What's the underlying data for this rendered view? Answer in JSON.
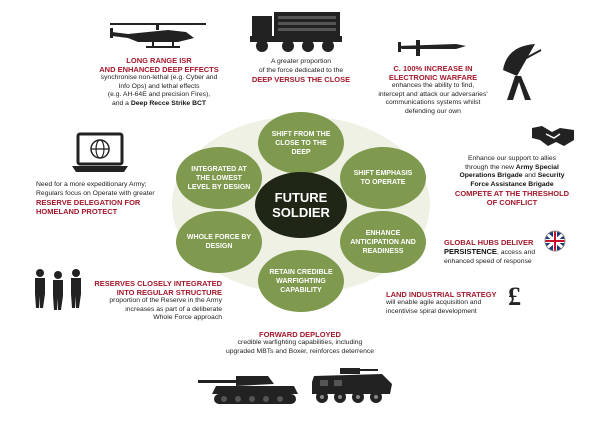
{
  "center": {
    "line1": "FUTURE",
    "line2": "SOLDIER"
  },
  "petals": [
    {
      "id": "top",
      "text": "SHIFT FROM THE CLOSE TO THE DEEP"
    },
    {
      "id": "top-right",
      "text": "SHIFT EMPHASIS TO OPERATE"
    },
    {
      "id": "bottom-right",
      "text": "ENHANCE ANTICIPATION AND READINESS"
    },
    {
      "id": "bottom",
      "text": "RETAIN CREDIBLE WARFIGHTING CAPABILITY"
    },
    {
      "id": "bottom-left",
      "text": "WHOLE FORCE BY DESIGN"
    },
    {
      "id": "top-left",
      "text": "INTEGRATED AT THE LOWEST LEVEL BY DESIGN"
    }
  ],
  "blocks": {
    "isr": {
      "heading1": "LONG RANGE ISR",
      "heading2": "AND ENHANCED DEEP EFFECTS",
      "body1": "synchronise non-lethal (e.g. Cyber and",
      "body2": "Info Ops) and lethal effects",
      "body3": "(e.g. AH-64E and precision Fires),",
      "body4_pre": "and a ",
      "body4_bold": "Deep Recce Strike BCT"
    },
    "deep": {
      "body1": "A greater proportion",
      "body2": "of the force dedicated to the",
      "heading": "DEEP VERSUS THE CLOSE"
    },
    "ew": {
      "heading1": "C. 100% INCREASE IN",
      "heading2": "ELECTRONIC WARFARE",
      "body1": "enhances the ability to find,",
      "body2": "intercept and attack our adversaries'",
      "body3": "communications systems whilst",
      "body4": "defending our own"
    },
    "expeditionary": {
      "body1": "Need for a more expeditionary Army;",
      "body2": "Regulars focus on Operate with greater",
      "heading1": "RESERVE DELEGATION FOR",
      "heading2": "HOMELAND PROTECT"
    },
    "allies": {
      "body1": "Enhance our support to allies",
      "body2_pre": "through the new ",
      "body2_bold": "Army Special",
      "body3_bold": "Operations Brigade",
      "body3_mid": " and ",
      "body3_bold2": "Security",
      "body4_bold": "Force Assistance Brigade",
      "heading": "COMPETE AT THE THRESHOLD",
      "heading2": "OF CONFLICT"
    },
    "hubs": {
      "heading1": "GLOBAL HUBS DELIVER",
      "heading2_bold": "PERSISTENCE",
      "heading2_rest": ", access and",
      "body": "enhanced speed of response"
    },
    "reserves": {
      "heading1": "RESERVES CLOSELY INTEGRATED",
      "heading2": "INTO REGULAR STRUCTURE",
      "body1": "proportion of the Reserve in the Army",
      "body2": "increases as part of a deliberate",
      "body3": "Whole Force approach"
    },
    "industrial": {
      "heading": "LAND INDUSTRIAL STRATEGY",
      "body1": "will enable agile acquisition and",
      "body2": "incentivise spiral development"
    },
    "forward": {
      "heading": "FORWARD DEPLOYED",
      "body1": "credible warfighting capabilities, including",
      "body2": "upgraded MBTs and Boxer, reinforces deterrence"
    }
  },
  "icons": [
    "helicopter-icon",
    "rocket-launcher-truck-icon",
    "drone-icon",
    "satellite-dish-icon",
    "laptop-globe-icon",
    "handshake-icon",
    "uk-flag-hub-icon",
    "soldiers-icon",
    "pound-sign-icon",
    "tank-icon",
    "armoured-vehicle-icon"
  ],
  "pound_symbol": "£",
  "colors": {
    "petal": "#7f9a4e",
    "center": "#1f2616",
    "heading": "#a3192c",
    "ring": "#eef1e4"
  }
}
